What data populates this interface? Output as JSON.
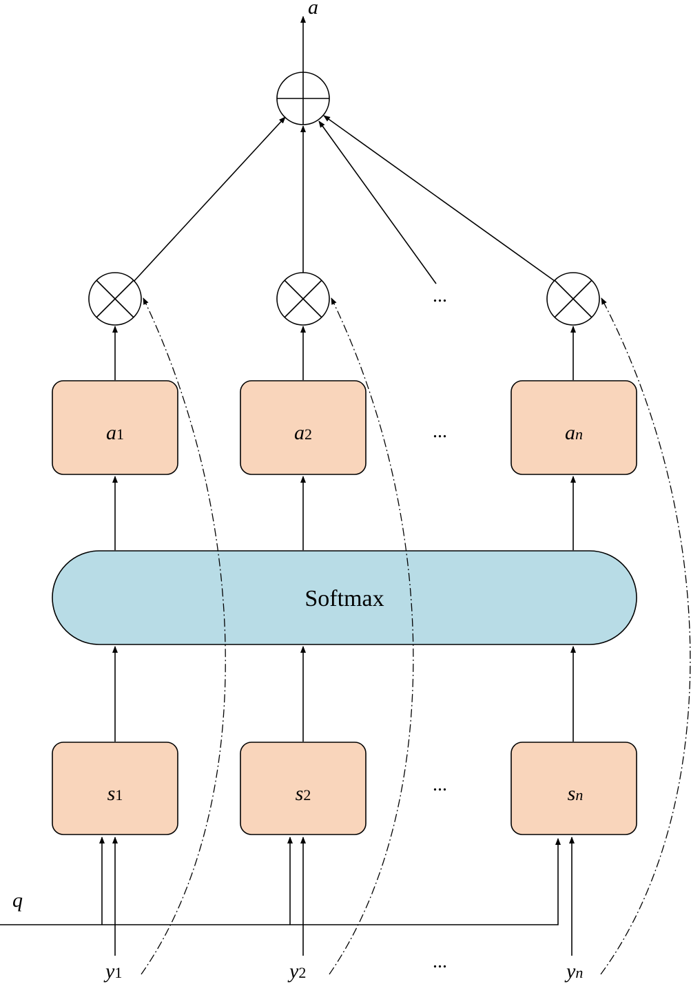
{
  "output": {
    "label": "a"
  },
  "attention_nodes": [
    {
      "base": "a",
      "sub": "1"
    },
    {
      "base": "a",
      "sub": "2"
    },
    {
      "base": "a",
      "sub": "n"
    }
  ],
  "score_nodes": [
    {
      "base": "s",
      "sub": "1"
    },
    {
      "base": "s",
      "sub": "2"
    },
    {
      "base": "s",
      "sub": "n"
    }
  ],
  "inputs": [
    {
      "base": "y",
      "sub": "1"
    },
    {
      "base": "y",
      "sub": "2"
    },
    {
      "base": "y",
      "sub": "n"
    }
  ],
  "softmax": {
    "label": "Softmax"
  },
  "query": {
    "label": "q"
  },
  "ellipsis": "..."
}
